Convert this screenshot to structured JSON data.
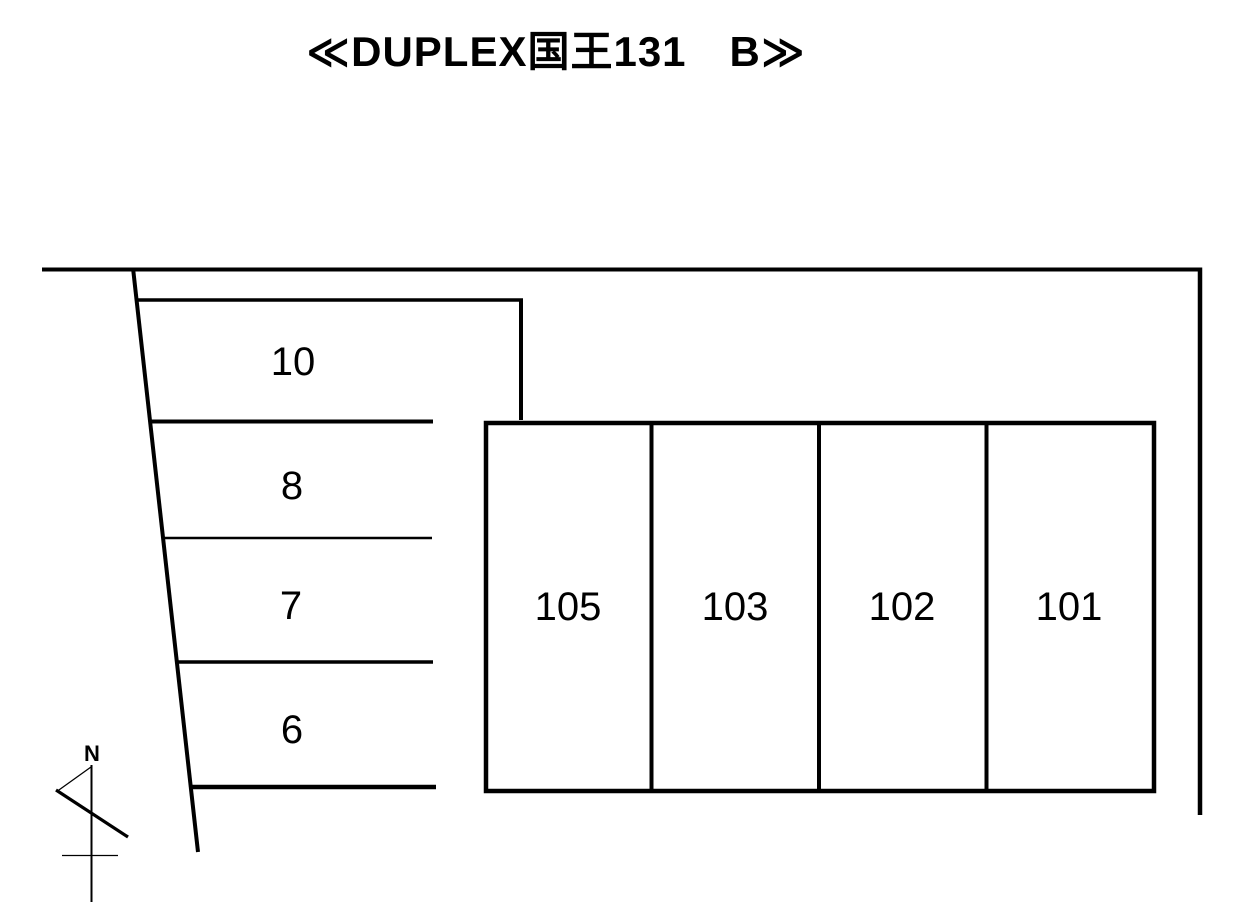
{
  "title": "≪DUPLEX国王131　B≫",
  "diagram": {
    "left_spaces": [
      {
        "label": "10"
      },
      {
        "label": "8"
      },
      {
        "label": "7"
      },
      {
        "label": "6"
      }
    ],
    "unit_spaces": [
      {
        "label": "105"
      },
      {
        "label": "103"
      },
      {
        "label": "102"
      },
      {
        "label": "101"
      }
    ],
    "compass": {
      "north_label": "N"
    },
    "colors": {
      "line": "#000000",
      "background": "#ffffff",
      "text": "#000000"
    }
  }
}
